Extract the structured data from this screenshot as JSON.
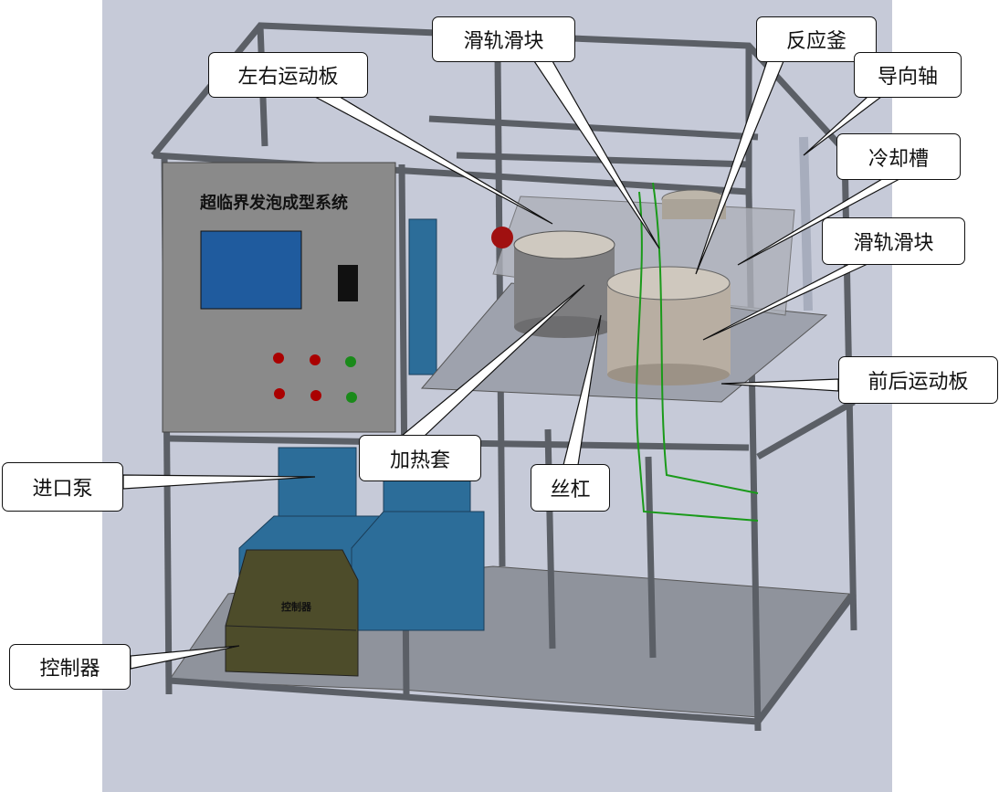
{
  "panel": {
    "title": "超临界发泡成型系统"
  },
  "controller_box_label": "控制器",
  "callouts": {
    "left_right_plate": "左右运动板",
    "rail_slider_top": "滑轨滑块",
    "reactor": "反应釜",
    "guide_shaft": "导向轴",
    "cooling_tank": "冷却槽",
    "rail_slider_right": "滑轨滑块",
    "front_back_plate": "前后运动板",
    "heating_jacket": "加热套",
    "lead_screw": "丝杠",
    "inlet_pump": "进口泵",
    "controller": "控制器"
  },
  "colors": {
    "background": "#c6cad8",
    "frame": "#6a6e76",
    "panel": "#8a8a8a",
    "screen": "#1f5b9e",
    "pump": "#2c6d99",
    "controller": "#4d4c2a",
    "reactor": "#b8aea2"
  }
}
